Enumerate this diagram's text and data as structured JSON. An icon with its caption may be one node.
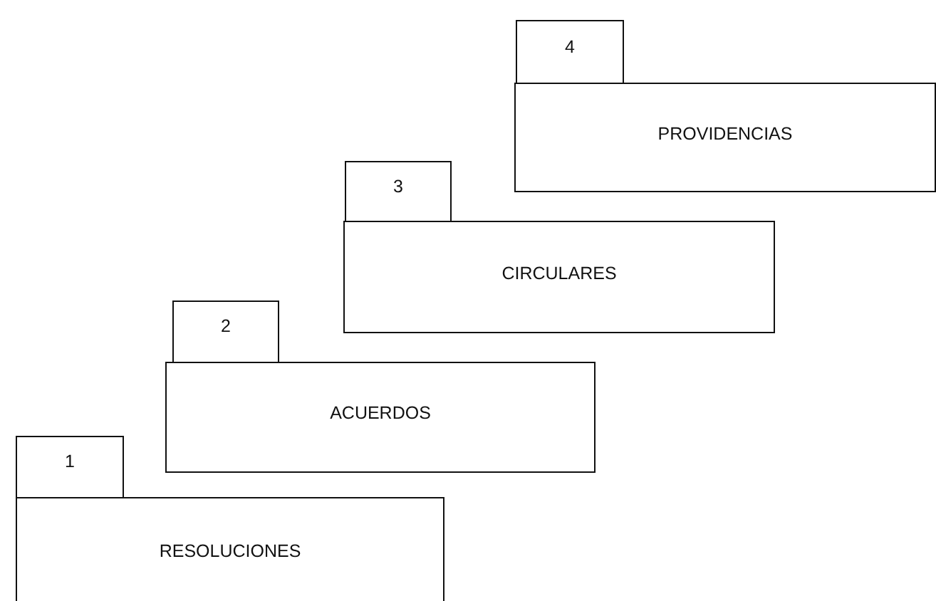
{
  "diagram": {
    "nodes": [
      {
        "text": [
          "4"
        ]
      },
      {
        "text": [
          "PROVIDENCIAS"
        ]
      },
      {
        "text": [
          "3"
        ]
      },
      {
        "text": [
          "CIRCULARES"
        ]
      },
      {
        "text": [
          "2"
        ]
      },
      {
        "text": [
          "ACUERDOS"
        ]
      },
      {
        "text": [
          "1"
        ]
      },
      {
        "text": [
          "RESOLUCIONES"
        ]
      }
    ]
  }
}
